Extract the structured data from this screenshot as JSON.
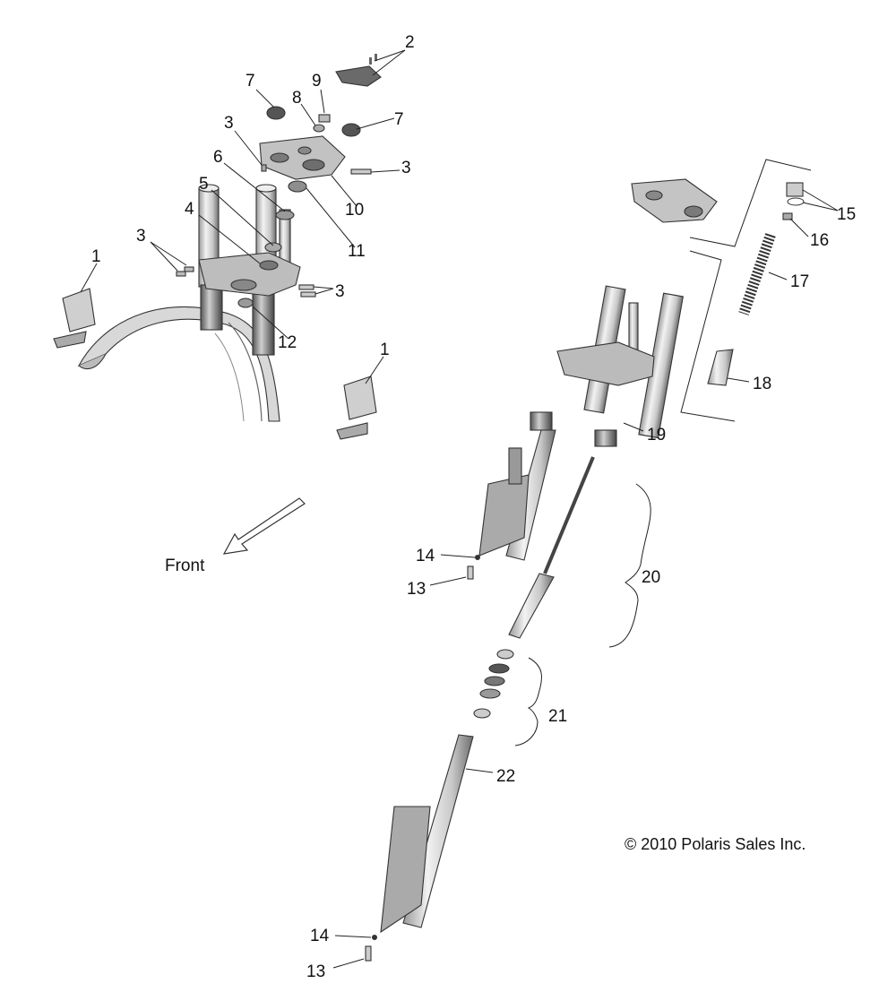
{
  "direction_label": "Front",
  "copyright": "© 2010 Polaris Sales Inc.",
  "callouts": {
    "c1a": "1",
    "c1b": "1",
    "c2": "2",
    "c3a": "3",
    "c3b": "3",
    "c3c": "3",
    "c3d": "3",
    "c4": "4",
    "c5": "5",
    "c6": "6",
    "c7a": "7",
    "c7b": "7",
    "c8": "8",
    "c9": "9",
    "c10": "10",
    "c11": "11",
    "c12": "12",
    "c13a": "13",
    "c13b": "13",
    "c14a": "14",
    "c14b": "14",
    "c15": "15",
    "c16": "16",
    "c17": "17",
    "c18": "18",
    "c19": "19",
    "c20": "20",
    "c21": "21",
    "c22": "22"
  }
}
